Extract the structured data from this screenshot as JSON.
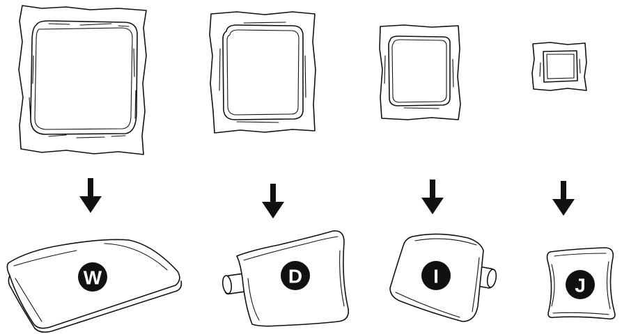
{
  "columns": [
    {
      "label": "W",
      "item": "seat-cushion"
    },
    {
      "label": "D",
      "item": "pillow-with-roller-left"
    },
    {
      "label": "I",
      "item": "pillow-with-roller-right"
    },
    {
      "label": "J",
      "item": "small-pillow"
    }
  ],
  "colors": {
    "ink": "#111111",
    "badge": "#111111",
    "badge_text": "#ffffff",
    "background": "#ffffff"
  }
}
